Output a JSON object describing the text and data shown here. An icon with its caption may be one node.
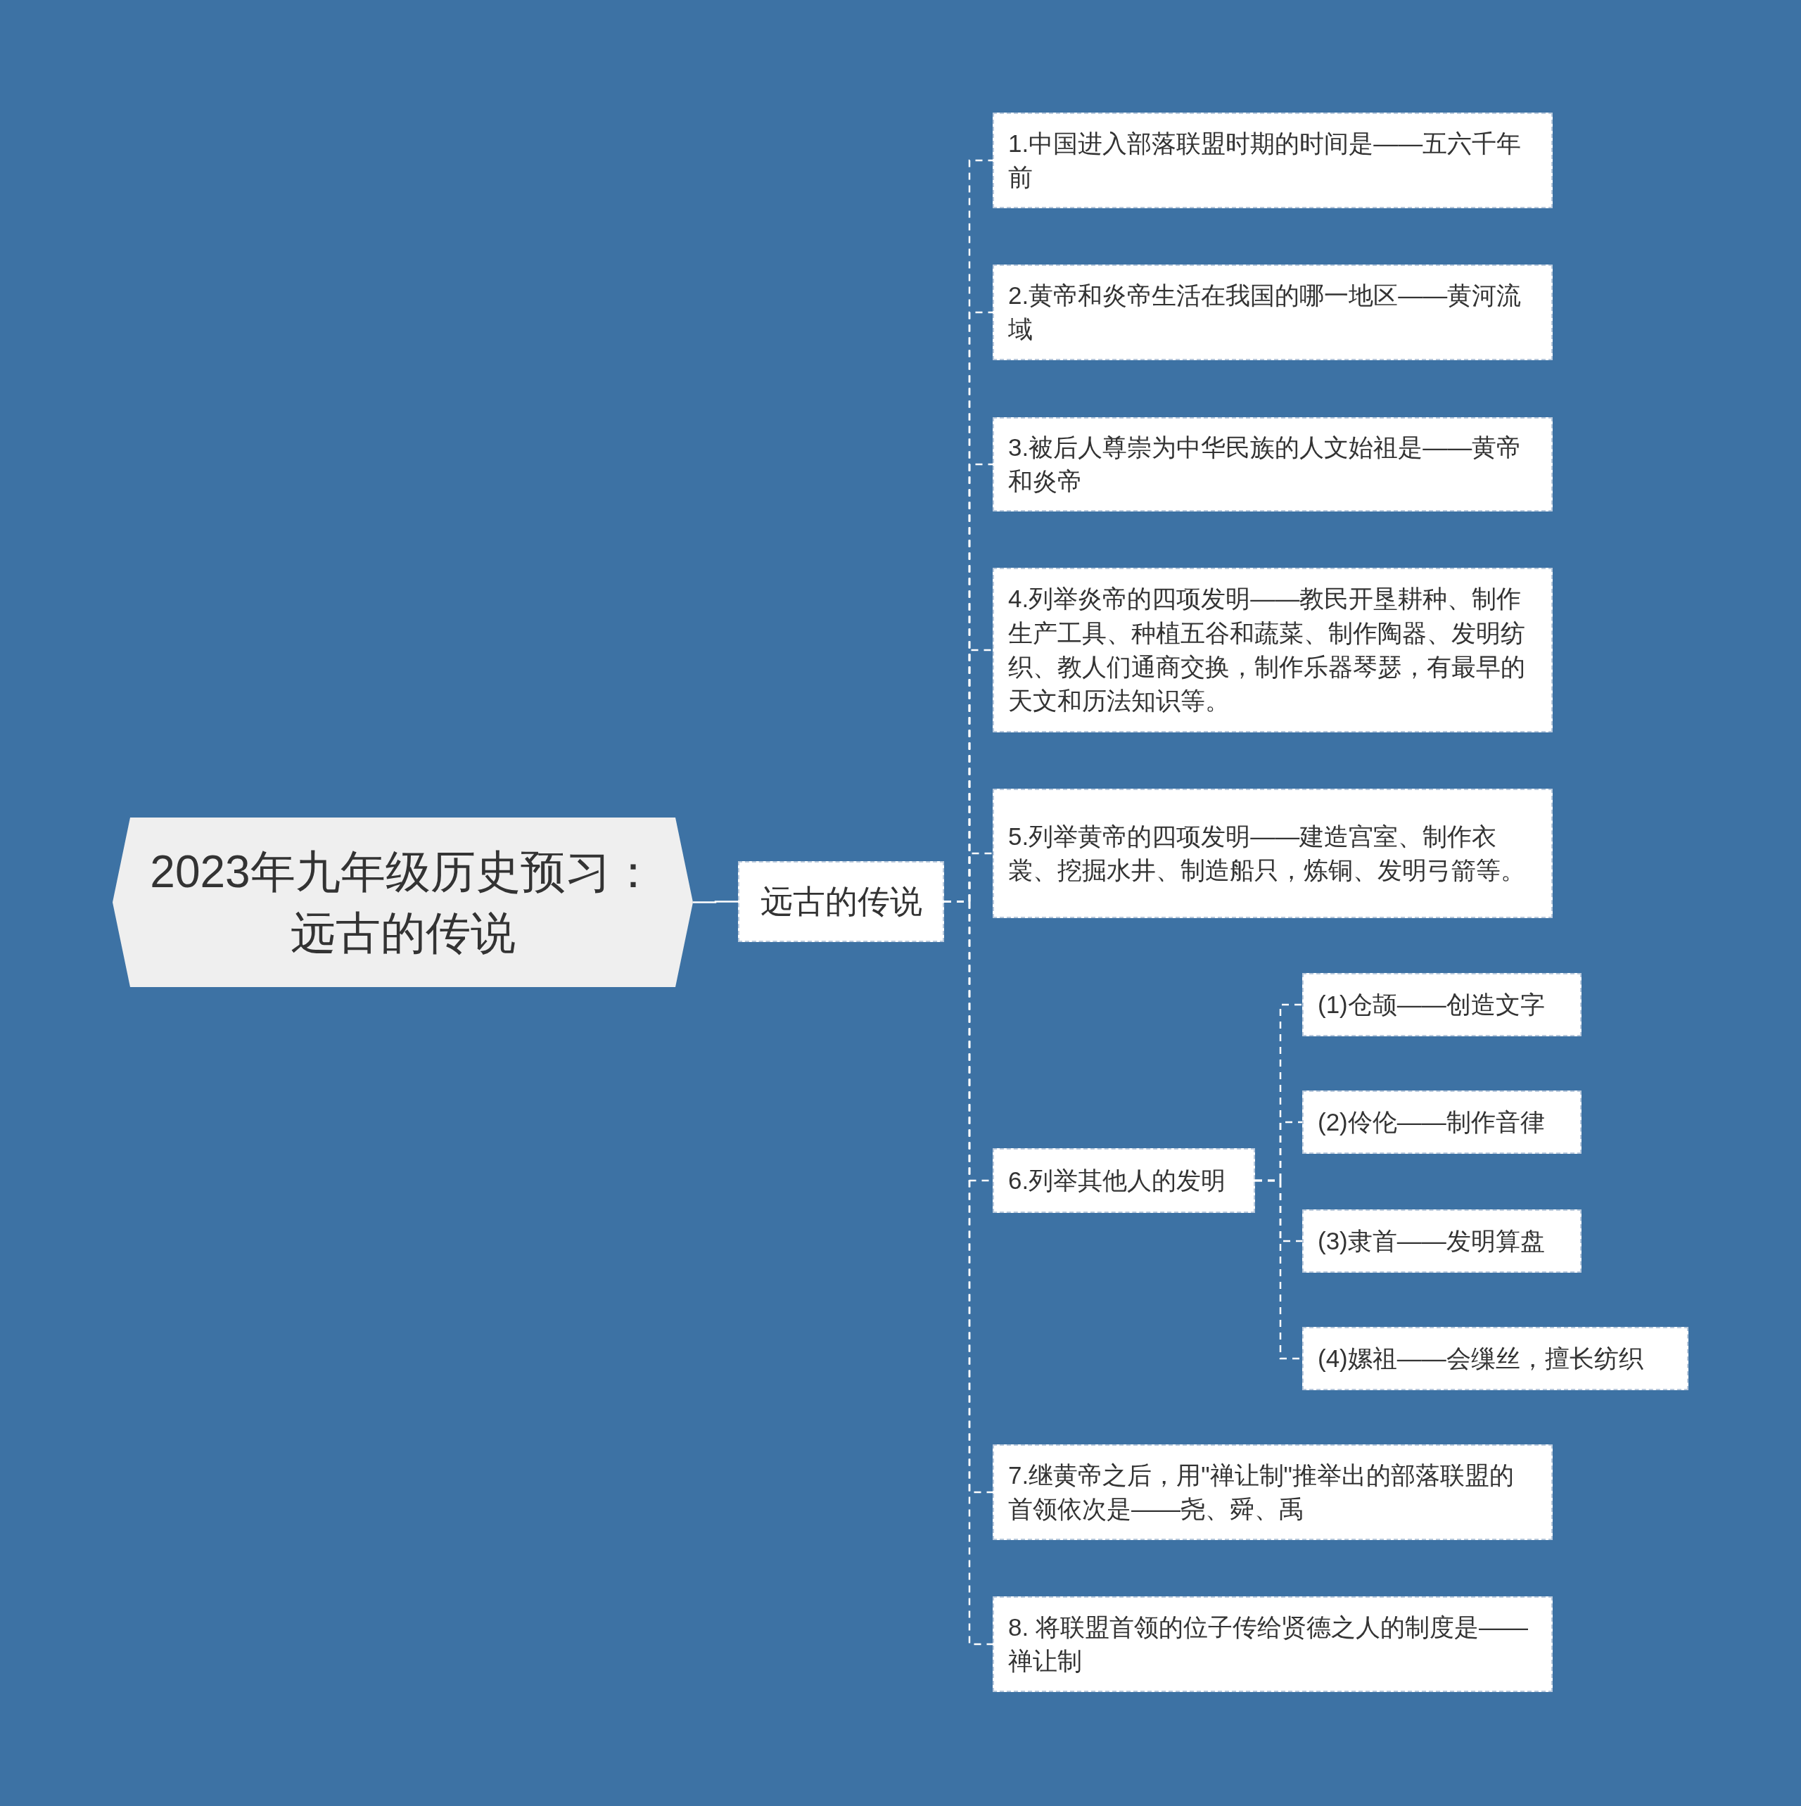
{
  "diagram": {
    "nodes": [
      {
        "text": [
          "2023年九年级历史预习：远古的传说"
        ]
      },
      {
        "text": [
          "远古的传说"
        ]
      },
      {
        "text": [
          "1.中国进入部落联盟时期的时间是——五六千年前"
        ]
      },
      {
        "text": [
          "2.黄帝和炎帝生活在我国的哪一地区——黄河流域"
        ]
      },
      {
        "text": [
          "3.被后人尊崇为中华民族的人文始祖是——黄帝和炎帝"
        ]
      },
      {
        "text": [
          "4.列举炎帝的四项发明——教民开垦耕种、制作生产工具、种植五谷和蔬菜、制作陶器、发明纺织、教人们通商交换，制作乐器琴瑟，有最早的天文和历法知识等。"
        ]
      },
      {
        "text": [
          "5.列举黄帝的四项发明——建造宫室、制作衣裳、挖掘水井、制造船只，炼铜、发明弓箭等。"
        ]
      },
      {
        "text": [
          "6.列举其他人的发明"
        ]
      },
      {
        "text": [
          "(1)仓颉——创造文字"
        ]
      },
      {
        "text": [
          "(2)伶伦——制作音律"
        ]
      },
      {
        "text": [
          "(3)隶首——发明算盘"
        ]
      },
      {
        "text": [
          "(4)嫘祖——会缫丝，擅长纺织"
        ]
      },
      {
        "text": [
          "7.继黄帝之后，用\"禅让制\"推举出的部落联盟的首领依次是——尧、舜、禹"
        ]
      },
      {
        "text": [
          "8. 将联盟首领的位子传给贤德之人的制度是——禅让制"
        ]
      }
    ],
    "edges": [
      {
        "from": 0,
        "to": 1,
        "arrow": "none"
      },
      {
        "from": 1,
        "to": 2,
        "arrow": "none",
        "style": "dashed"
      },
      {
        "from": 1,
        "to": 3,
        "arrow": "none",
        "style": "dashed"
      },
      {
        "from": 1,
        "to": 4,
        "arrow": "none",
        "style": "dashed"
      },
      {
        "from": 1,
        "to": 5,
        "arrow": "none",
        "style": "dashed"
      },
      {
        "from": 1,
        "to": 6,
        "arrow": "none",
        "style": "dashed"
      },
      {
        "from": 1,
        "to": 7,
        "arrow": "none",
        "style": "dashed"
      },
      {
        "from": 7,
        "to": 8,
        "arrow": "none",
        "style": "dashed"
      },
      {
        "from": 7,
        "to": 9,
        "arrow": "none",
        "style": "dashed"
      },
      {
        "from": 7,
        "to": 10,
        "arrow": "none",
        "style": "dashed"
      },
      {
        "from": 7,
        "to": 11,
        "arrow": "none",
        "style": "dashed"
      },
      {
        "from": 1,
        "to": 12,
        "arrow": "none",
        "style": "dashed"
      },
      {
        "from": 1,
        "to": 13,
        "arrow": "none",
        "style": "dashed"
      }
    ]
  }
}
